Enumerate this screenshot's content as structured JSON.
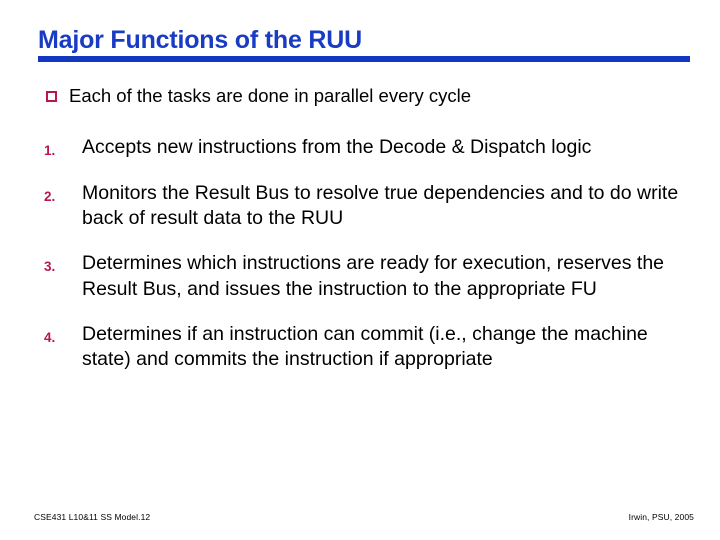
{
  "slide": {
    "title": "Major Functions of the RUU",
    "accent_title_color": "#1a3cc4",
    "accent_rule_color": "#1338c0",
    "accent_bullet_color": "#b9174a",
    "body_text_color": "#000000",
    "background_color": "#ffffff"
  },
  "intro": {
    "bullet_glyph": "square-outline-bullet",
    "text": "Each of the tasks are done in parallel every cycle"
  },
  "numbered_items": [
    {
      "number": "1.",
      "text": "Accepts new instructions from the Decode & Dispatch logic"
    },
    {
      "number": "2.",
      "text": "Monitors the Result Bus to resolve true dependencies and to do write back of result data to the RUU"
    },
    {
      "number": "3.",
      "text": "Determines which instructions are ready for execution, reserves the Result Bus, and issues the instruction to the appropriate FU"
    },
    {
      "number": "4.",
      "text": "Determines if an instruction can commit (i.e., change the machine state) and commits the instruction if appropriate"
    }
  ],
  "footer": {
    "left": "CSE431  L10&11 SS Model.12",
    "right": "Irwin, PSU, 2005"
  }
}
